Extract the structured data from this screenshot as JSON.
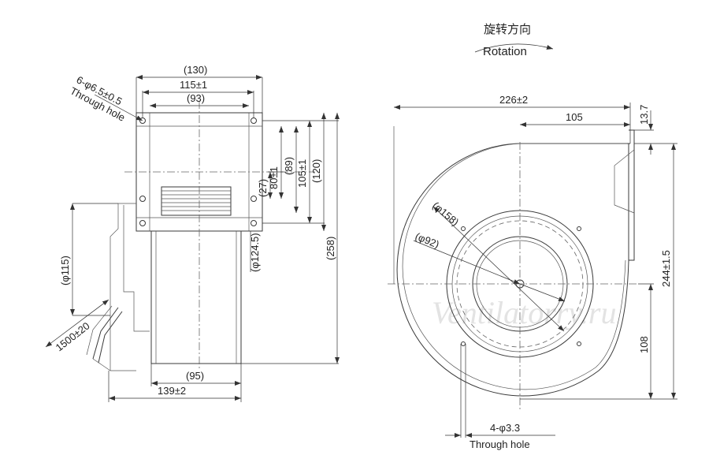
{
  "rotation": {
    "cn": "旋转方向",
    "en": "Rotation"
  },
  "side_view": {
    "w130": "(130)",
    "w115": "115±1",
    "w93": "(93)",
    "holes_spec": "6-φ6.5±0.5",
    "holes_through": "Through hole",
    "h80": "80±1",
    "h89": "(89)",
    "h105": "105±1",
    "h120": "(120)",
    "h27": "(27)",
    "h258": "(258)",
    "d124": "(φ124.5)",
    "d115": "(φ115)",
    "cable": "1500±20",
    "w95": "(95)",
    "w139": "139±2"
  },
  "front_view": {
    "w226": "226±2",
    "w105": "105",
    "h13": "13.7",
    "d158": "(φ158)",
    "d92": "(φ92)",
    "h244": "244±1.5",
    "h108": "108",
    "holes_spec": "4-φ3.3",
    "holes_through": "Through hole"
  },
  "watermark": "Ventilatorry.ru"
}
